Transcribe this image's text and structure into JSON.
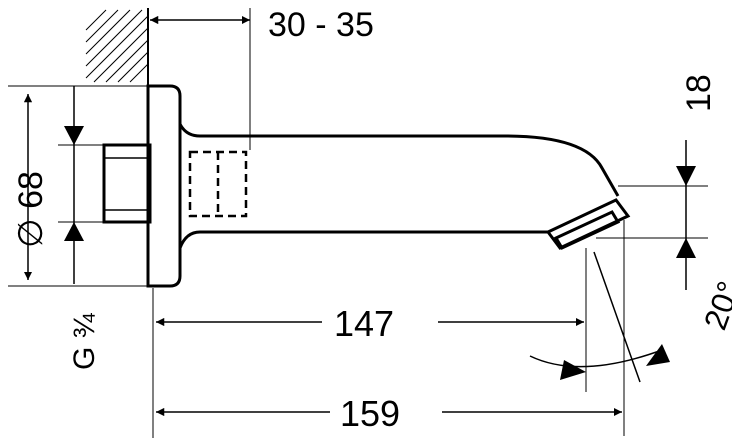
{
  "labels": {
    "wall_depth": "30 - 35",
    "spout_height": "18",
    "flange_diameter": "∅ 68",
    "thread": "G ¾",
    "projection_short": "147",
    "projection_long": "159",
    "angle": "20°"
  },
  "colors": {
    "line": "#000000",
    "background": "#ffffff"
  },
  "icons": {
    "arrow_head": "filled-triangle",
    "wall_hatch": "diagonal-hatch"
  }
}
